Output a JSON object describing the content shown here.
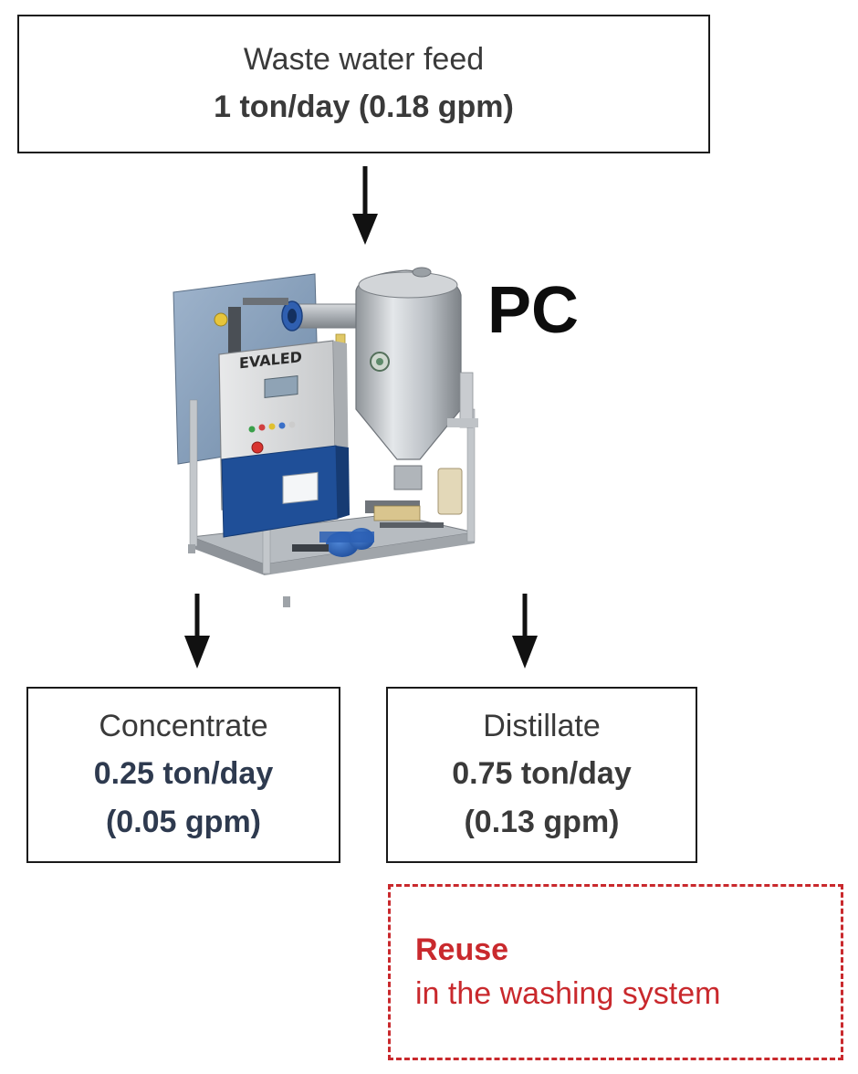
{
  "feed": {
    "title": "Waste water feed",
    "value": "1 ton/day (0.18 gpm)"
  },
  "unit_label": "PC",
  "equipment": {
    "brand": "EVALED"
  },
  "concentrate": {
    "title": "Concentrate",
    "value_tpd": "0.25 ton/day",
    "value_gpm": "(0.05 gpm)"
  },
  "distillate": {
    "title": "Distillate",
    "value_tpd": "0.75 ton/day",
    "value_gpm": "(0.13 gpm)"
  },
  "reuse": {
    "title": "Reuse",
    "subtitle": "in the washing system"
  },
  "colors": {
    "reuse_red": "#c9292d",
    "box_border": "#1a1a1a",
    "concentrate_value": "#2e3a4f"
  }
}
